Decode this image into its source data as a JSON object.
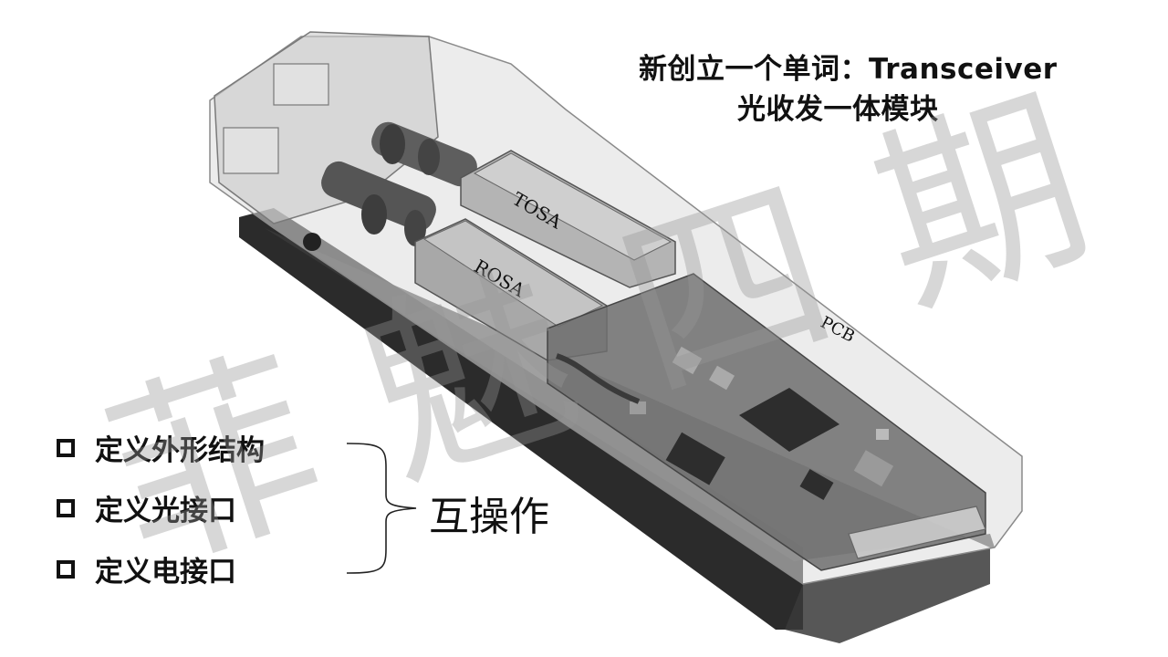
{
  "slide": {
    "title_line1": "新创立一个单词：Transceiver",
    "title_line2": "光收发一体模块",
    "bullets": [
      {
        "label": "定义外形结构"
      },
      {
        "label": "定义光接口"
      },
      {
        "label": "定义电接口"
      }
    ],
    "interop_label": "互操作",
    "watermark_chars": [
      "菲",
      "魅",
      "四",
      "期"
    ]
  },
  "illustration": {
    "tosa_label": "TOSA",
    "rosa_label": "ROSA",
    "pcb_label": "PCB"
  },
  "colors": {
    "text": "#111111",
    "housing": "#d8d8d8",
    "metal": "#9a9a9a",
    "dark_base": "#2b2b2b"
  }
}
